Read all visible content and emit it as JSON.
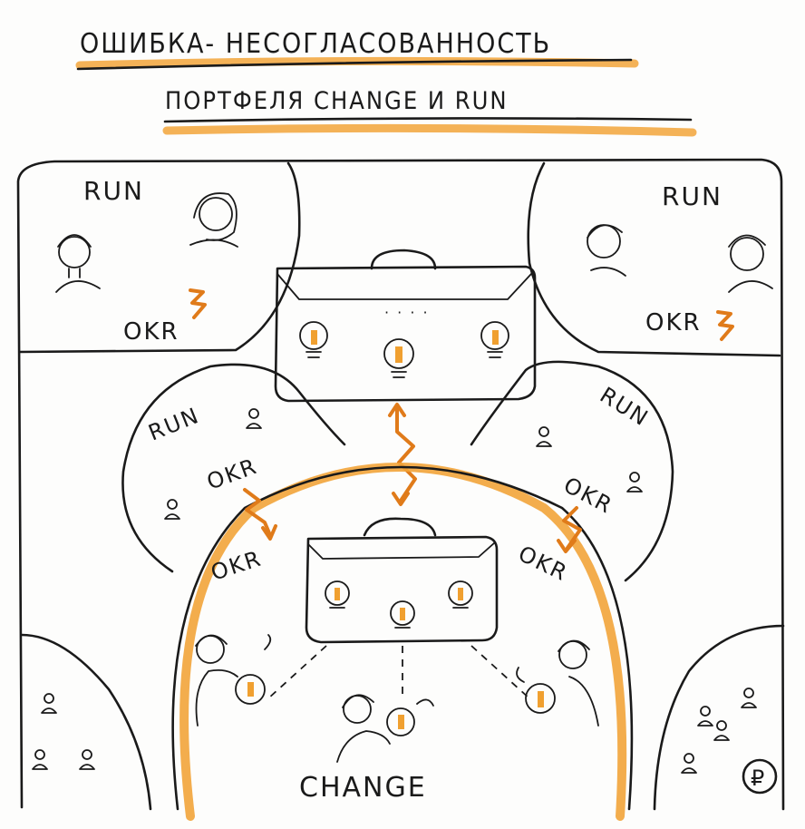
{
  "title": {
    "line1": "ОШИБКА- НЕСОГЛАСОВАННОСТЬ",
    "line2": "ПОРТФЕЛЯ  CHANGE  И  RUN"
  },
  "run_top_left": {
    "label": "RUN",
    "okr": "OKR"
  },
  "run_top_right": {
    "label": "RUN",
    "okr": "OKR"
  },
  "run_mid_left": {
    "label": "RUN",
    "okr": "OKR"
  },
  "run_mid_right": {
    "label": "RUN",
    "okr": "OKR"
  },
  "change_area": {
    "label": "CHANGE",
    "okr_left": "OKR",
    "okr_right": "OKR",
    "dots": "· · · ·"
  },
  "signature": "₽",
  "colors": {
    "accent": "#f2a43a",
    "bolt": "#e07b1a",
    "ink": "#1a1a1a"
  },
  "icons": [
    "briefcase-icon",
    "lightbulb-icon",
    "lightning-icon",
    "person-icon",
    "people-icon"
  ]
}
